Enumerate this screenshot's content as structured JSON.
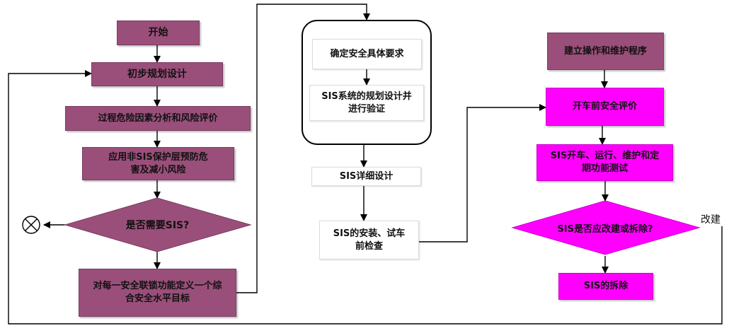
{
  "nodes": {
    "start": "开始",
    "prelim_design": "初步规划设计",
    "hazard_analysis": "过程危险因素分析和风险评价",
    "non_sis_layers": "应用非SIS保护层预防危害及减小风险",
    "need_sis": "是否需要SIS?",
    "define_sil": "对每一安全联锁功能定义一个综合安全水平目标",
    "safety_requirements": "确定安全具体要求",
    "sis_planning": "SIS系统的规划设计并进行验证",
    "sis_detail_design": "SIS详细设计",
    "sis_install": "SIS的安装、试车前检查",
    "op_maintenance": "建立操作和维护程序",
    "pre_startup_eval": "开车前安全评价",
    "sis_startup": "SIS开车、运行、维护和定期功能测试",
    "modify_or_remove": "SIS是否应改建或拆除?",
    "sis_removal": "SIS的拆除"
  },
  "labels": {
    "modify": "改建"
  },
  "colors": {
    "plum": "#9a4f7a",
    "magenta": "#ff00ff",
    "arrow": "#000000"
  },
  "icons": {
    "terminator": "circle-x-icon"
  }
}
